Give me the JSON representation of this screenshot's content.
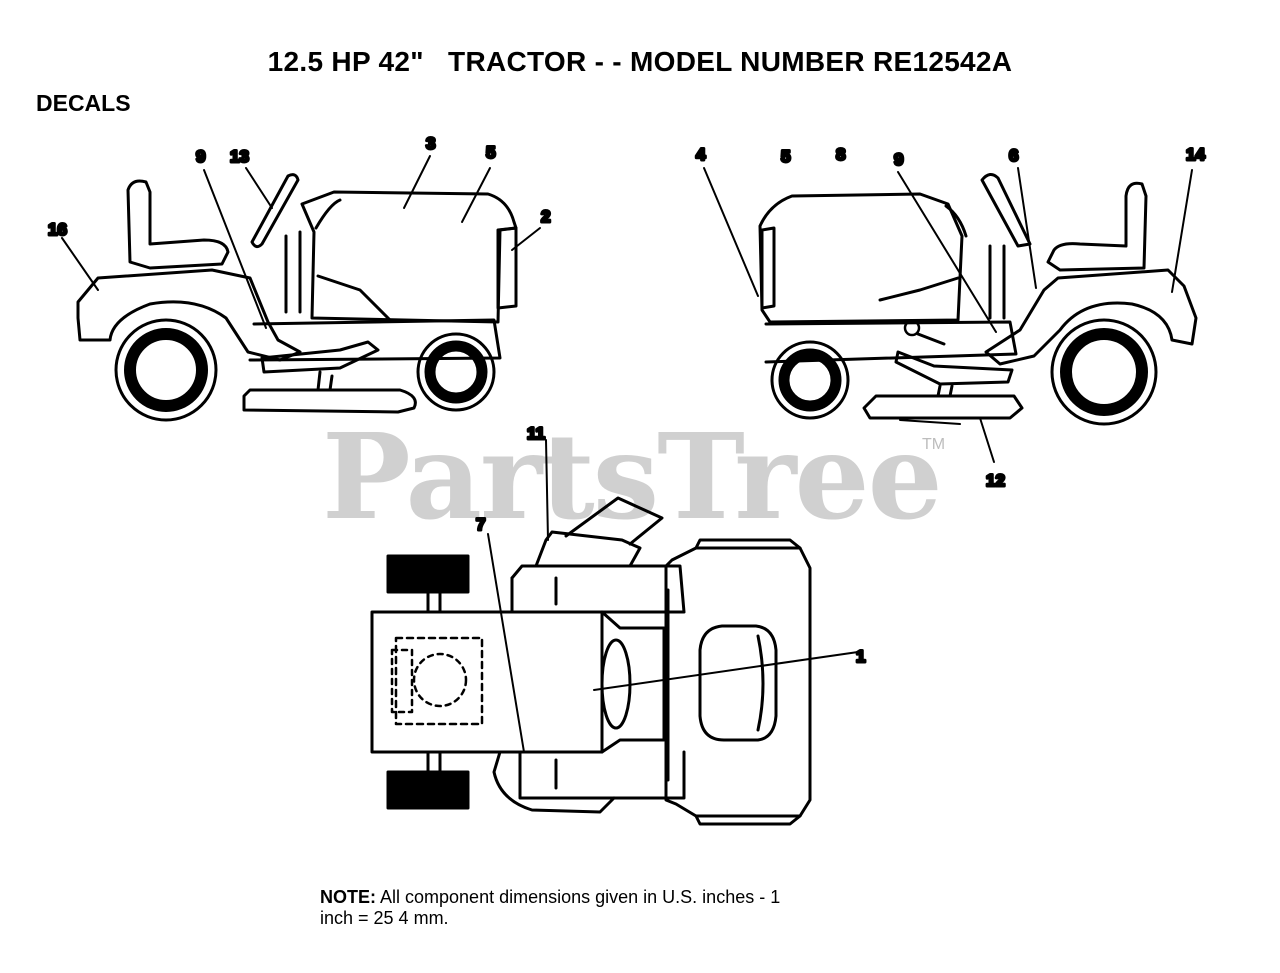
{
  "page": {
    "title": "12.5 HP 42\"   TRACTOR - - MODEL NUMBER RE12542A",
    "section": "DECALS",
    "watermark": "PartsTree",
    "watermark_tm": "TM"
  },
  "callouts": {
    "left_9": "9",
    "left_13": "13",
    "left_3": "3",
    "left_5": "5",
    "left_2": "2",
    "left_16": "16",
    "right_4": "4",
    "right_5": "5",
    "right_8": "8",
    "right_9": "9",
    "right_6": "6",
    "right_14": "14",
    "right_12": "12",
    "top_11": "11",
    "top_7": "7",
    "top_1": "1"
  },
  "note": {
    "label": "NOTE:",
    "text_line1": "All component dimensions given in U.S. inches - 1",
    "text_line2": "inch = 25 4 mm."
  }
}
